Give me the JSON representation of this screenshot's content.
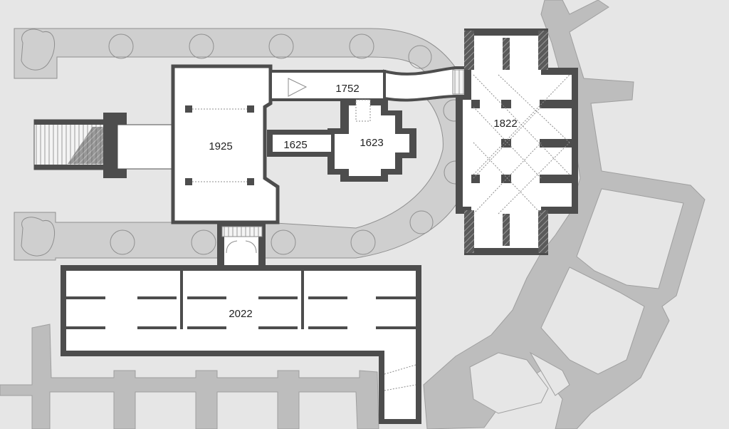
{
  "floor_plan": {
    "colors": {
      "background": "#e6e6e6",
      "path": "#cfcfcf",
      "outer_structure": "#bdbdbd",
      "wall": "#4d4d4d",
      "room": "#ffffff",
      "hatch": "#8a8a8a",
      "dotted_line": "#8c8c8c"
    },
    "rooms": [
      {
        "id": "hall-1925",
        "label": "1925"
      },
      {
        "id": "corridor-1752",
        "label": "1752"
      },
      {
        "id": "chapel-1623",
        "label": "1623"
      },
      {
        "id": "annex-1625",
        "label": "1625"
      },
      {
        "id": "cross-hall-1822",
        "label": "1822"
      },
      {
        "id": "wing-2022",
        "label": "2022"
      }
    ]
  }
}
